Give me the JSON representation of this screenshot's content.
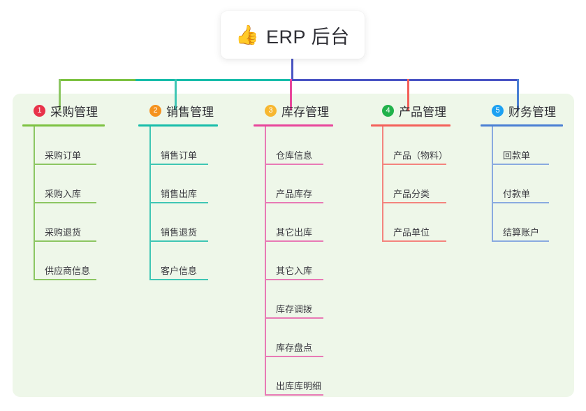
{
  "title": {
    "icon": "thumbs-up-icon",
    "emoji": "👍",
    "text": "ERP 后台"
  },
  "colors": {
    "panel_bg": "#eef7e9",
    "card_bg": "#ffffff",
    "text": "#2f2f35",
    "bus_green": "#7dc242",
    "bus_teal": "#18bdaa",
    "bus_indigo": "#4a55c4",
    "drop_pink": "#e8469b",
    "drop_red": "#f4605a",
    "drop_blue": "#4a7fd4"
  },
  "columns": [
    {
      "number": "1",
      "label": "采购管理",
      "badge_color": "#e8334a",
      "rule_color": "#7dc242",
      "line_color": "#8cc662",
      "items": [
        "采购订单",
        "采购入库",
        "采购退货",
        "供应商信息"
      ]
    },
    {
      "number": "2",
      "label": "销售管理",
      "badge_color": "#f5921e",
      "rule_color": "#18bdaa",
      "line_color": "#3fc6b4",
      "items": [
        "销售订单",
        "销售出库",
        "销售退货",
        "客户信息"
      ]
    },
    {
      "number": "3",
      "label": "库存管理",
      "badge_color": "#f7b731",
      "rule_color": "#e8469b",
      "line_color": "#e87ab5",
      "items": [
        "仓库信息",
        "产品库存",
        "其它出库",
        "其它入库",
        "库存调拨",
        "库存盘点",
        "出库库明细"
      ]
    },
    {
      "number": "4",
      "label": "产品管理",
      "badge_color": "#21b24b",
      "rule_color": "#f4605a",
      "line_color": "#f4847e",
      "items": [
        "产品（物料）",
        "产品分类",
        "产品单位"
      ]
    },
    {
      "number": "5",
      "label": "财务管理",
      "badge_color": "#1da1f2",
      "rule_color": "#4a7fd4",
      "line_color": "#8aaae0",
      "items": [
        "回款单",
        "付款单",
        "结算账户"
      ]
    }
  ]
}
